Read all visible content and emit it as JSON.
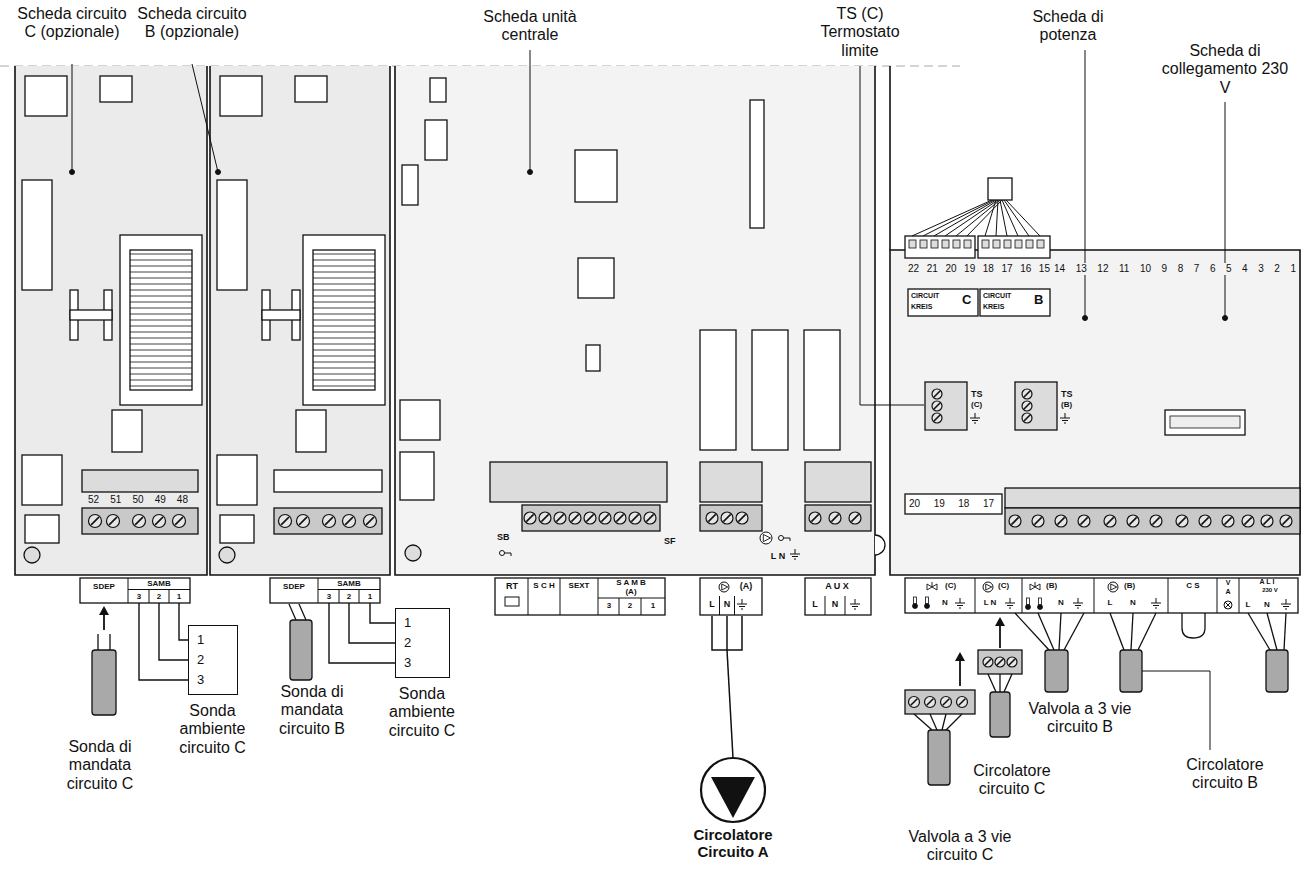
{
  "diagram": {
    "nodes": [
      {
        "text": [
          "Scheda circuito C (opzionale)"
        ]
      },
      {
        "text": [
          "Scheda circuito B (opzionale)"
        ]
      },
      {
        "text": [
          "Scheda unità centrale"
        ]
      },
      {
        "text": [
          "Scheda di potenza",
          "Scheda di collegamento 230 V"
        ]
      },
      {
        "text": [
          "1 2 3",
          "Sonda ambiente circuito C"
        ]
      },
      {
        "text": [
          "1 2 3",
          "Sonda ambiente circuito C"
        ]
      }
    ],
    "edges": [
      {
        "from": 4,
        "to": 0,
        "arrow": "none"
      },
      {
        "from": 5,
        "to": 1,
        "arrow": "none"
      }
    ],
    "labels": [
      "52 51 50 49 48",
      "SDEP",
      "SAMB",
      "3",
      "2",
      "1",
      "SDEP",
      "SAMB",
      "3",
      "2",
      "1",
      "SB",
      "SF",
      "RT",
      "S C H",
      "SEXT",
      "S A M B",
      "(A)",
      "3",
      "2",
      "1",
      "(A)",
      "L",
      "N",
      "L N",
      "A U X",
      "L",
      "N",
      "22 21 20 19 18 17 16 15",
      "14 13 12 11 10 9 8 7 6 5 4 3 2 1",
      "CIRCUIT",
      "KREIS",
      "C",
      "CIRCUIT",
      "KREIS",
      "B",
      "TS",
      "(C)",
      "TS",
      "(B)",
      "20 19 18 17",
      "(C)",
      "N",
      "(C)",
      "L N",
      "(B)",
      "N",
      "(B)",
      "L",
      "N",
      "C S",
      "V",
      "A",
      "A L I",
      "230 V",
      "L",
      "N",
      "TS (C) Termostato limite",
      "Sonda di mandata circuito C",
      "Sonda di mandata circuito B",
      "Circolatore Circuito A",
      "Valvola a 3 vie circuito C",
      "Circolatore circuito C",
      "Valvola a 3 vie circuito B",
      "Circolatore circuito B"
    ]
  }
}
